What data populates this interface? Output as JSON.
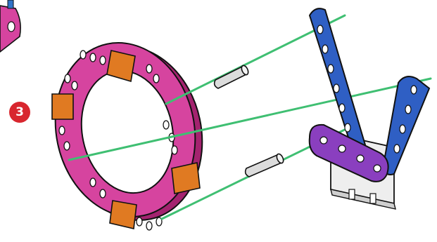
{
  "step": {
    "number": "3"
  },
  "palette": {
    "ring": "#d6449f",
    "ring_dark": "#a4236f",
    "bracket": "#e07a22",
    "arm": "#2f5fc4",
    "arm_dark": "#1c3f8f",
    "plate": "#8a3fbf",
    "base": "#eeeeee",
    "rod": "#3fbf72",
    "spacer": "#d9d9d9"
  },
  "parts": [
    {
      "name": "ring-piece",
      "color": "ring",
      "count": 1
    },
    {
      "name": "bracket-piece",
      "color": "bracket",
      "count": 4
    },
    {
      "name": "long-arm",
      "color": "arm",
      "count": 2
    },
    {
      "name": "connector-plate",
      "color": "plate",
      "count": 1
    },
    {
      "name": "base-block",
      "color": "base",
      "count": 1
    },
    {
      "name": "axle-rod",
      "color": "rod",
      "count": 2
    },
    {
      "name": "spacer-tube",
      "color": "spacer",
      "count": 2
    }
  ]
}
